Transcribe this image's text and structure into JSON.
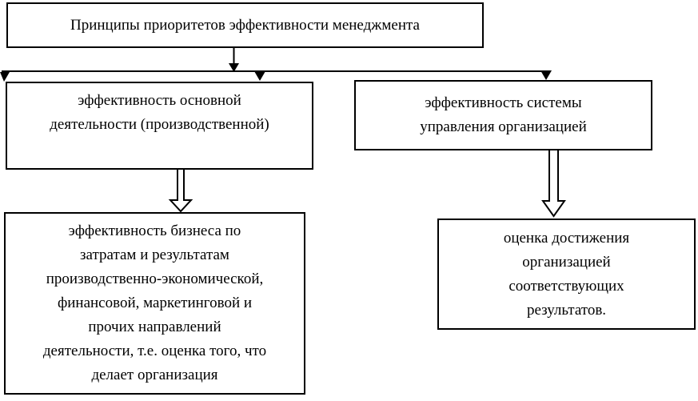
{
  "diagram": {
    "title_box": {
      "text": "Принципы приоритетов эффективности менеджмента"
    },
    "level2": {
      "left_box": {
        "text": "эффективность основной\nдеятельности (производственной)"
      },
      "right_box": {
        "text": "эффективность системы\nуправления организацией"
      }
    },
    "level3": {
      "left_box": {
        "text": "эффективность бизнеса по\nзатратам и результатам\nпроизводственно-экономической,\nфинансовой, маркетинговой и\nпрочих направлений\nдеятельности, т.е. оценка того, что\nделает организация"
      },
      "right_box": {
        "text": "оценка достижения\nорганизацией\nсоответствующих\nрезультатов."
      }
    },
    "colors": {
      "line": "#000000",
      "text": "#000000",
      "background": "#ffffff",
      "box_border": "#000000"
    }
  }
}
